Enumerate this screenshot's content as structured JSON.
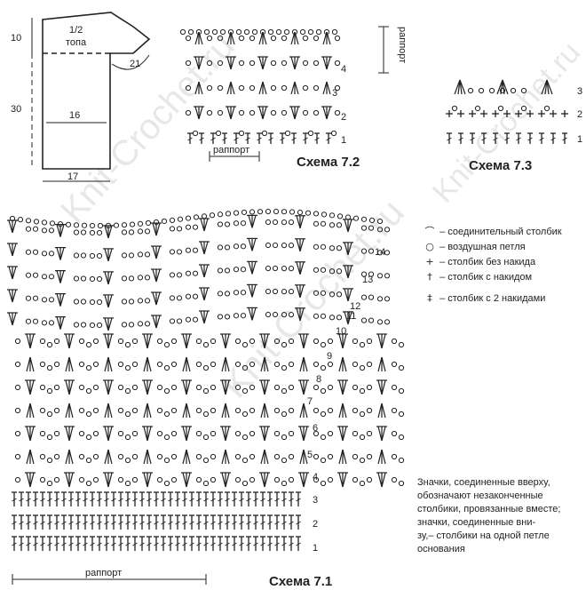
{
  "watermarks": {
    "a": "Knit-Crochet.ru",
    "b": "Knit-Crochet.ru",
    "c": "Knit-Crochet.ru",
    "d": "Knit-Crochet.ru"
  },
  "pattern_shape": {
    "label_top": "1/2",
    "label_top2": "топа",
    "dim_10": "10",
    "dim_30": "30",
    "dim_16": "16",
    "dim_17": "17",
    "dim_21": "21"
  },
  "scheme72": {
    "title": "Схема 7.2",
    "raport_label": "раппорт",
    "raport_vertical": "раппорт",
    "row_numbers": [
      "1",
      "2",
      "3",
      "4"
    ]
  },
  "scheme73": {
    "title": "Схема 7.3",
    "row_numbers": [
      "1",
      "2",
      "3"
    ]
  },
  "scheme71": {
    "title": "Схема 7.1",
    "raport_label": "раппорт",
    "row_numbers": [
      "1",
      "2",
      "3",
      "4",
      "5",
      "6",
      "7",
      "8",
      "9",
      "10",
      "11",
      "12",
      "13",
      "14"
    ]
  },
  "legend": [
    {
      "symbol": "⌒",
      "text": "– соединительный столбик"
    },
    {
      "symbol": "○",
      "text": "– воздушная петля"
    },
    {
      "symbol": "+",
      "text": "– столбик без накида"
    },
    {
      "symbol": "†",
      "text": "– столбик с накидом"
    },
    {
      "symbol": "‡",
      "text": "– столбик с 2 накидами"
    }
  ],
  "note": {
    "line1": "Значки, соединенные вверху,",
    "line2": "обозначают незаконченные",
    "line3": "столбики, провязанные вместе;",
    "line4": "значки, соединенные вни-",
    "line5": "зу,– столбики на одной петле",
    "line6": "основания"
  }
}
